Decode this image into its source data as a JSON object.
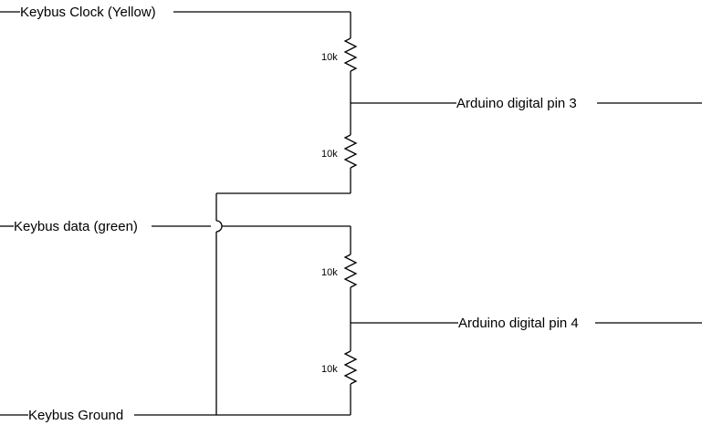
{
  "labels": {
    "keybus_clock": "Keybus Clock (Yellow)",
    "keybus_data": "Keybus data (green)",
    "keybus_ground": "Keybus Ground",
    "arduino_pin3": "Arduino digital pin 3",
    "arduino_pin4": "Arduino digital pin 4"
  },
  "resistors": {
    "r1": "10k",
    "r2": "10k",
    "r3": "10k",
    "r4": "10k"
  }
}
